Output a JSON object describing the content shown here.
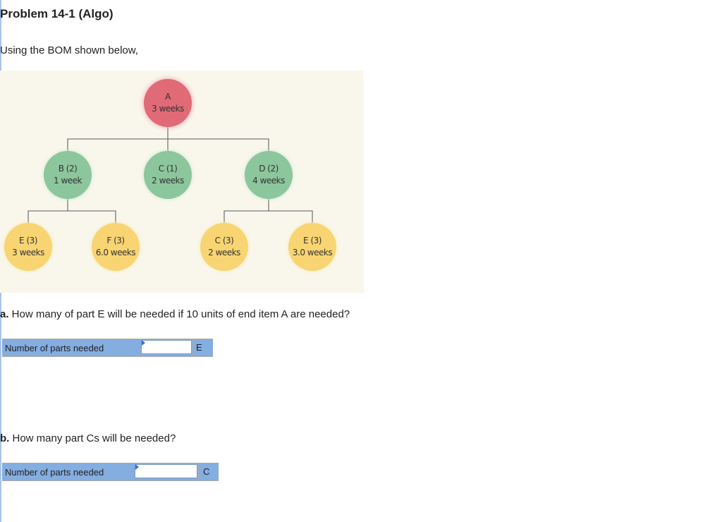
{
  "title": "Problem 14-1 (Algo)",
  "intro": "Using the BOM shown below,",
  "bom": {
    "nodes": [
      {
        "name": "A",
        "lead": "3 weeks",
        "level": 0
      },
      {
        "name": "B (2)",
        "lead": "1 week",
        "level": 1
      },
      {
        "name": "C (1)",
        "lead": "2 weeks",
        "level": 1
      },
      {
        "name": "D (2)",
        "lead": "4 weeks",
        "level": 1
      },
      {
        "name": "E (3)",
        "lead": "3 weeks",
        "level": 2
      },
      {
        "name": "F (3)",
        "lead": "6.0 weeks",
        "level": 2
      },
      {
        "name": "C (3)",
        "lead": "2 weeks",
        "level": 2
      },
      {
        "name": "E (3)",
        "lead": "3.0 weeks",
        "level": 2
      }
    ],
    "colors": {
      "level0": "#e06a76",
      "level1": "#8cc69c",
      "level2": "#f8d572",
      "background": "#f9f7ec"
    }
  },
  "questions": [
    {
      "prefix": "a.",
      "text": " How many of part E will be needed if 10 units of end item A are needed?",
      "field_label": "Number of parts needed",
      "value": "",
      "unit": "E"
    },
    {
      "prefix": "b.",
      "text": " How many part Cs will be needed?",
      "field_label": "Number of parts needed",
      "value": "",
      "unit": "C"
    }
  ]
}
